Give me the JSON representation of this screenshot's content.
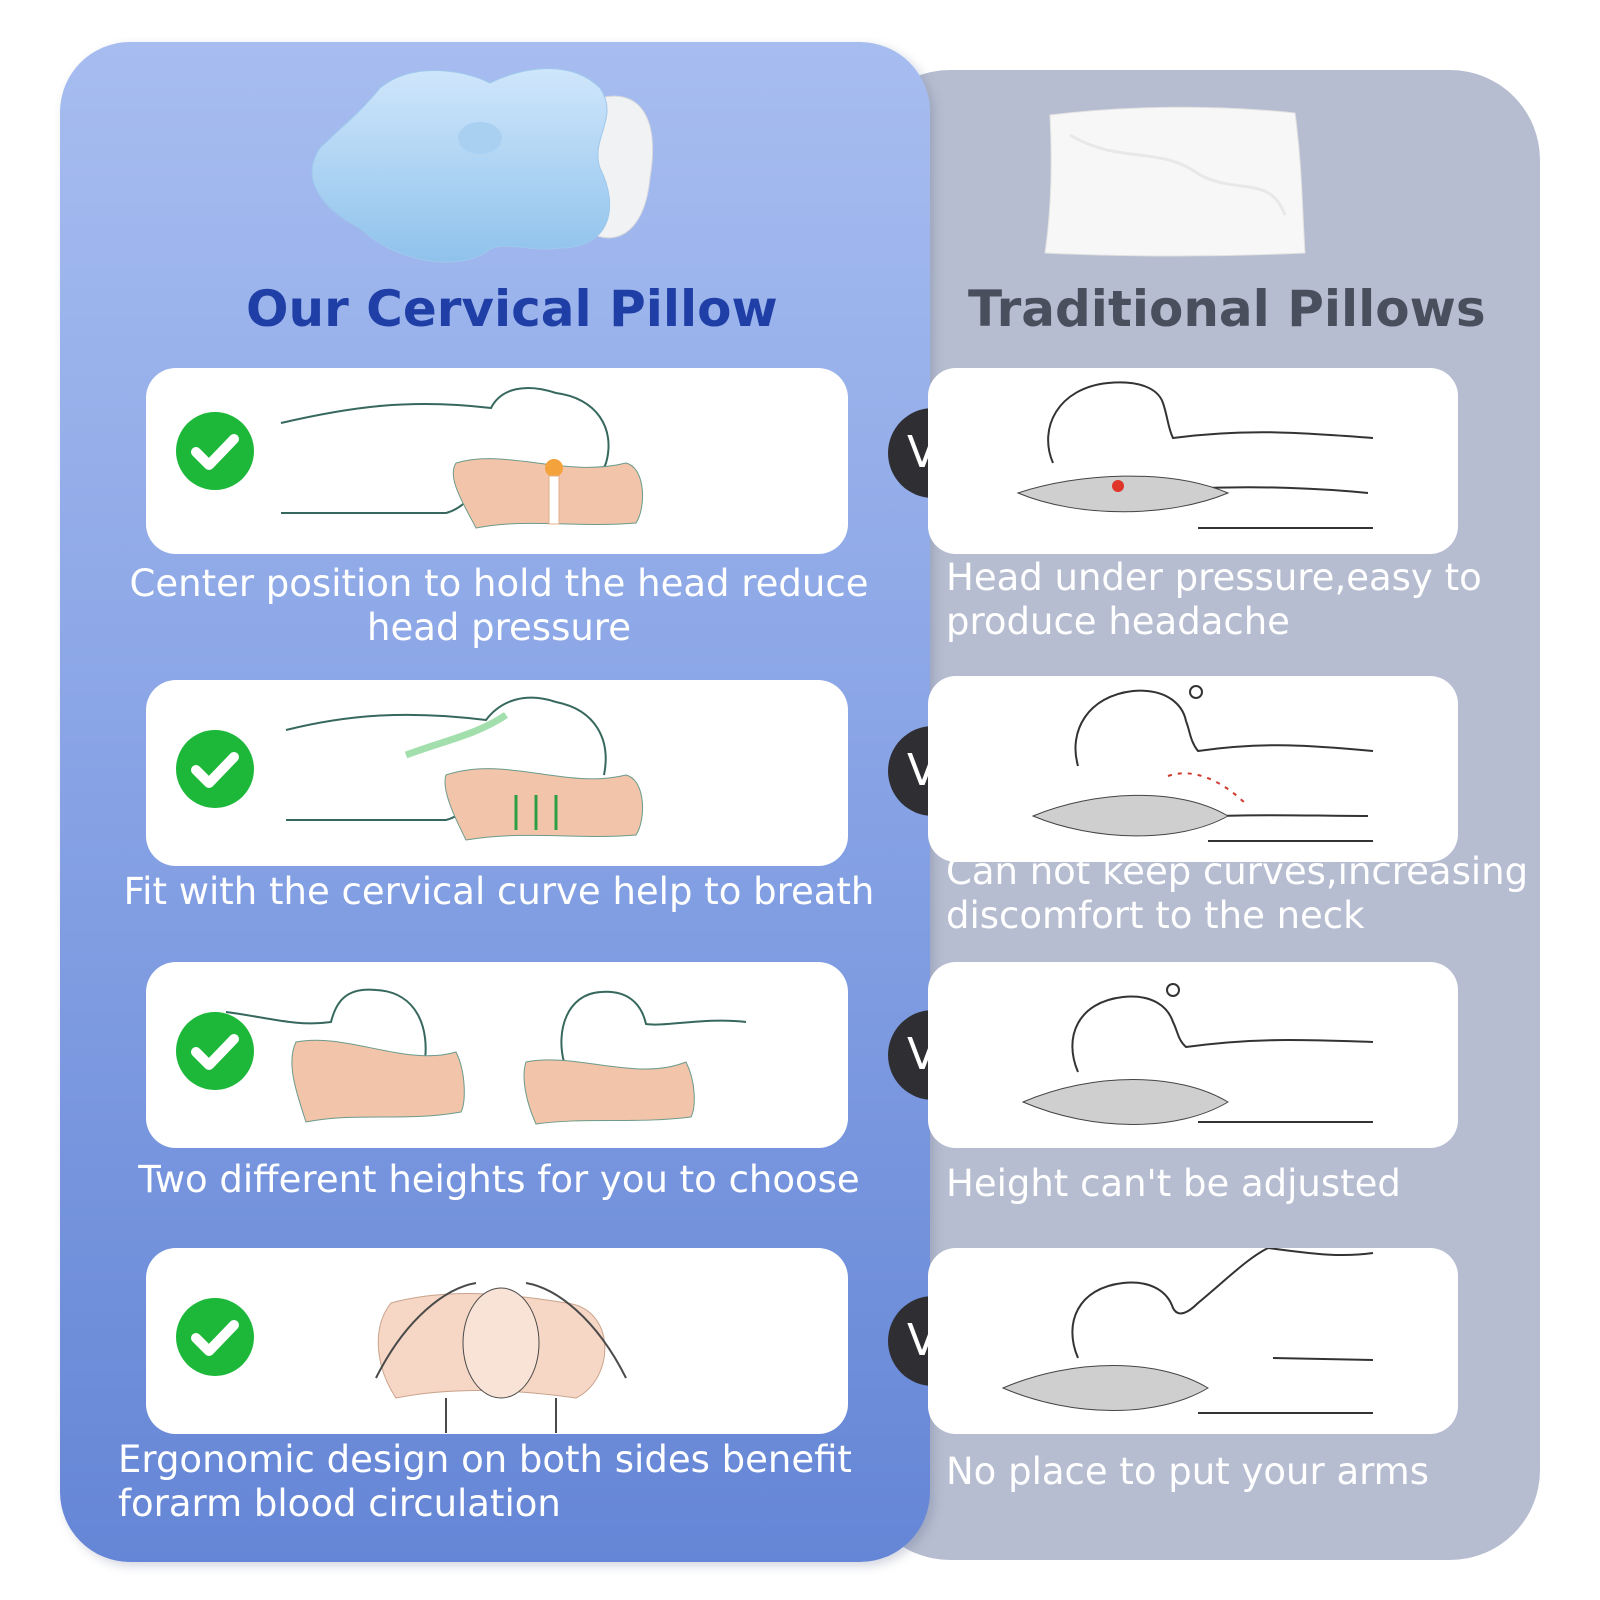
{
  "left": {
    "title": "Our Cervical Pillow",
    "rows": [
      {
        "caption": "Center position to hold the head reduce head pressure"
      },
      {
        "caption": "Fit with the cervical curve help to breath"
      },
      {
        "caption": "Two different heights for you to choose"
      },
      {
        "caption": "Ergonomic design on both sides benefit forarm blood circulation"
      }
    ]
  },
  "right": {
    "title": "Traditional Pillows",
    "rows": [
      {
        "caption": "Head under pressure,easy to produce headache"
      },
      {
        "caption": "Can not keep curves,increasing discomfort to the neck"
      },
      {
        "caption": "Height can't be adjusted"
      },
      {
        "caption": "No place to put your arms"
      }
    ]
  },
  "vs_label": "VS",
  "colors": {
    "left_panel_top": "#a7bdf0",
    "left_panel_bottom": "#6586d6",
    "right_panel": "#b6bdd0",
    "check_green": "#1db83a",
    "vs_badge": "#2f2f33",
    "left_title": "#1f3fa6",
    "right_title": "#4a4f5e"
  },
  "icons": {
    "check": "check-circle-icon",
    "cervical_pillow": "cervical-pillow-image",
    "traditional_pillow": "traditional-pillow-image"
  }
}
